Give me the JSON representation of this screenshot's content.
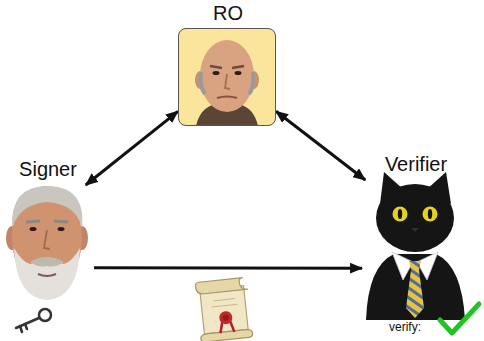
{
  "diagram": {
    "nodes": [
      {
        "text": [
          "RO"
        ]
      },
      {
        "text": [
          "Signer"
        ]
      },
      {
        "text": [
          "Verifier"
        ]
      }
    ],
    "edges": [
      {
        "from": 0,
        "to": 1,
        "arrow": "both"
      },
      {
        "from": 0,
        "to": 2,
        "arrow": "both"
      },
      {
        "from": 1,
        "to": 2,
        "arrow": "to"
      }
    ],
    "labels": [
      "verify:"
    ]
  }
}
